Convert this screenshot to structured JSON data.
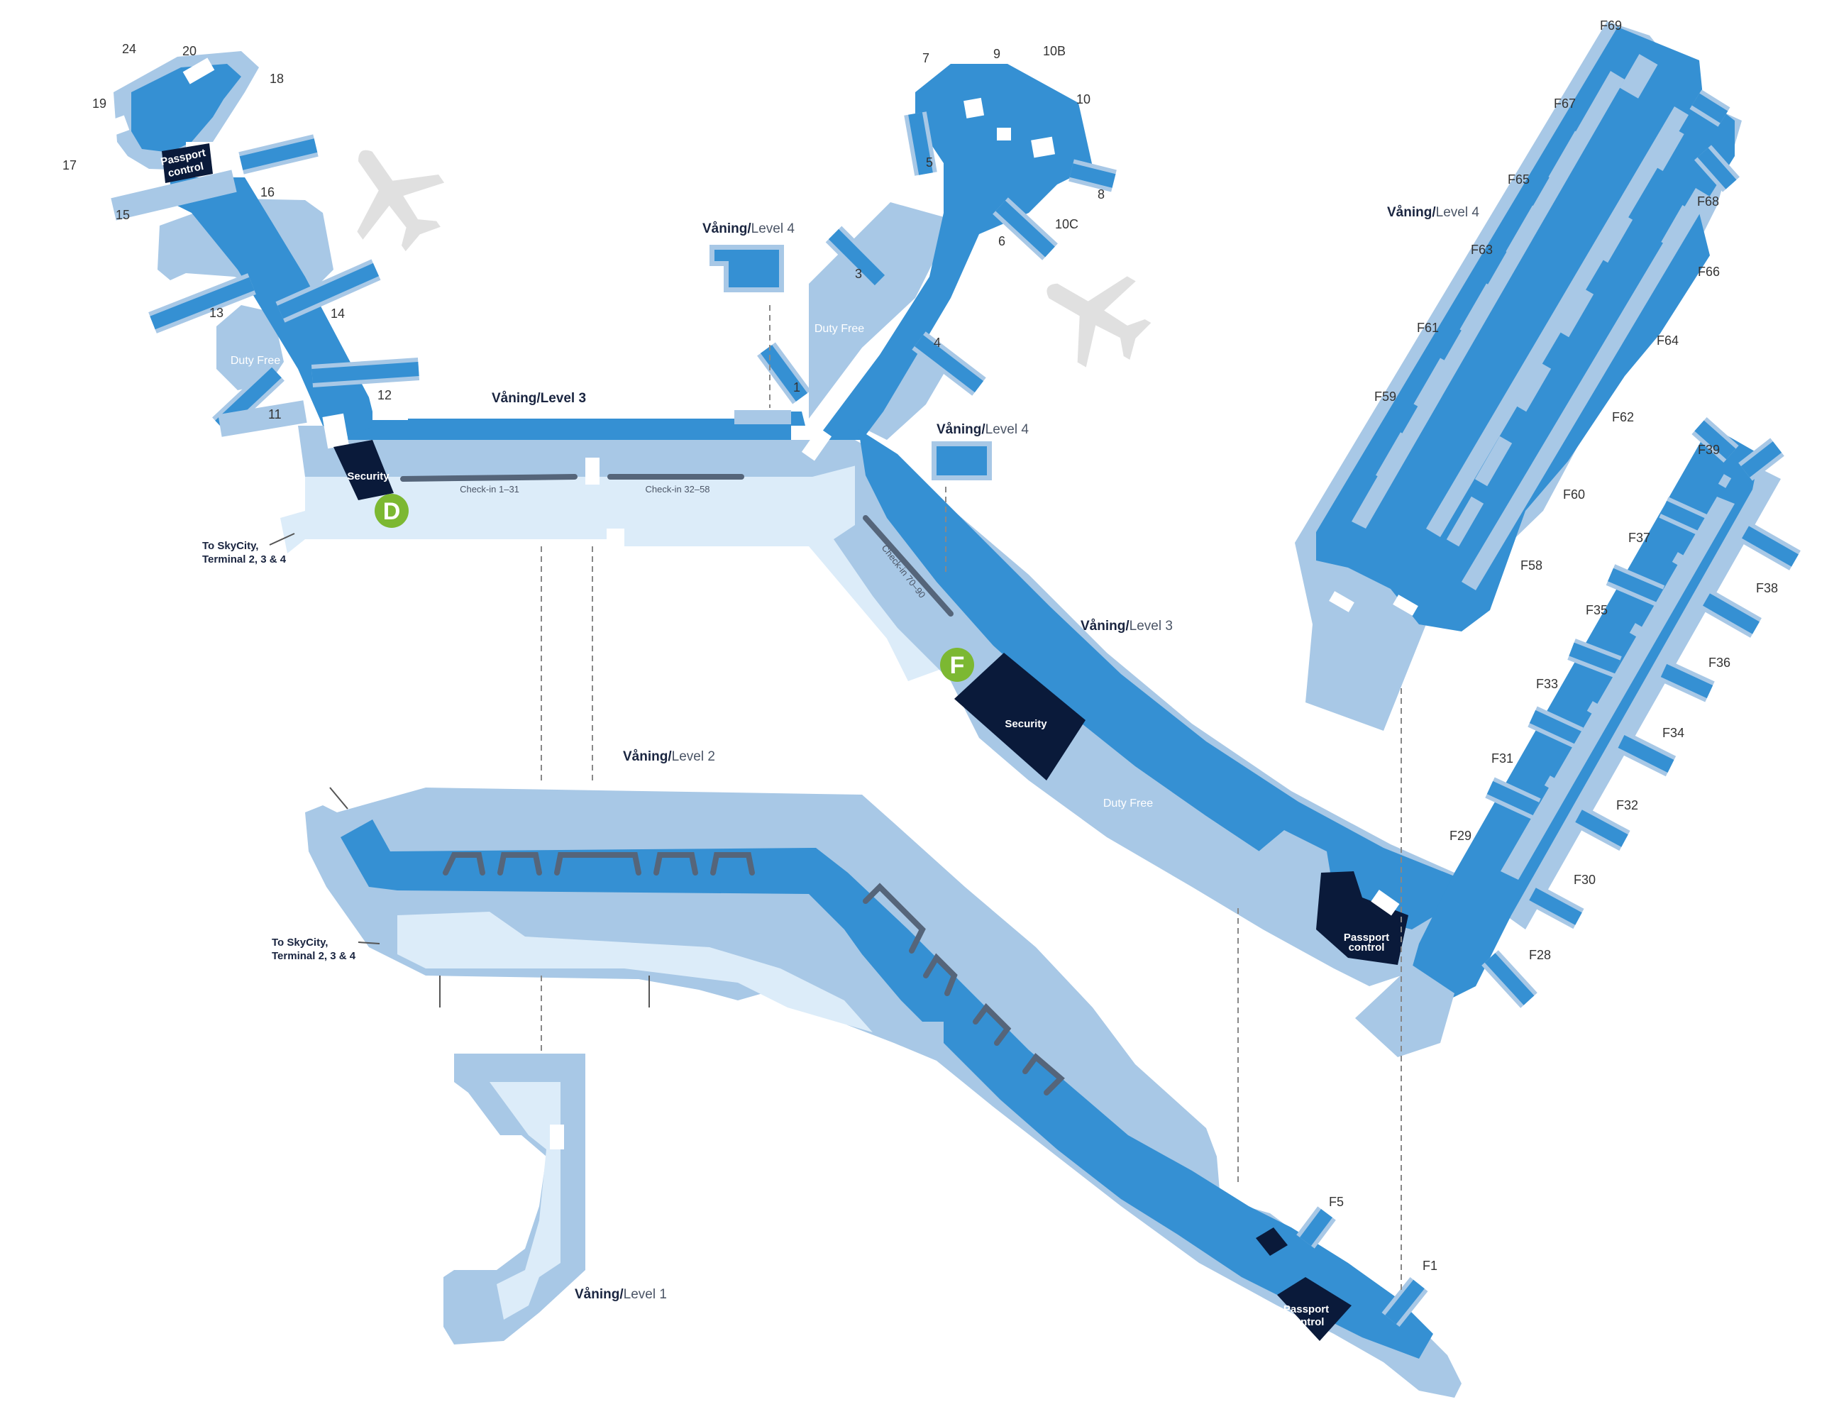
{
  "levels": {
    "level3_top": {
      "prefix": "Våning/",
      "suffix": "Level 3"
    },
    "level4_top": {
      "prefix": "Våning/",
      "suffix": "Level 4"
    },
    "level4_mid": {
      "prefix": "Våning/",
      "suffix": "Level 4"
    },
    "level4_f": {
      "prefix": "Våning/",
      "suffix": "Level 4"
    },
    "level3_mid": {
      "prefix": "Våning/",
      "suffix": "Level 3"
    },
    "level2": {
      "prefix": "Våning/",
      "suffix": "Level 2"
    },
    "level1": {
      "prefix": "Våning/",
      "suffix": "Level 1"
    }
  },
  "areas": {
    "passport_control": "Passport control",
    "passport_line1": "Passport",
    "passport_line2": "control",
    "security": "Security",
    "duty_free": "Duty Free",
    "checkin_1_31": "Check-in 1–31",
    "checkin_32_58": "Check-in 32–58",
    "checkin_70_90": "Check-in 70–90"
  },
  "markers": {
    "terminal_d": "D",
    "terminal_f": "F"
  },
  "skycity": {
    "line1": "To SkyCity,",
    "line2": "Terminal 2, 3 & 4"
  },
  "gates_d": [
    "1",
    "3",
    "4",
    "5",
    "6",
    "7",
    "8",
    "9",
    "10",
    "10B",
    "10C",
    "11",
    "12",
    "13",
    "14",
    "15",
    "16",
    "17",
    "18",
    "19",
    "20",
    "24"
  ],
  "gates_f4": [
    "F58",
    "F59",
    "F60",
    "F61",
    "F62",
    "F63",
    "F64",
    "F65",
    "F66",
    "F67",
    "F68",
    "F69"
  ],
  "gates_f3": [
    "F1",
    "F5",
    "F28",
    "F29",
    "F30",
    "F31",
    "F32",
    "F33",
    "F34",
    "F35",
    "F36",
    "F37",
    "F38",
    "F39"
  ],
  "colors": {
    "concourse": "#3590d3",
    "area": "#a8c8e6",
    "landside": "#dcecf9",
    "dark": "#0a1a3a",
    "marker": "#7cb832"
  }
}
